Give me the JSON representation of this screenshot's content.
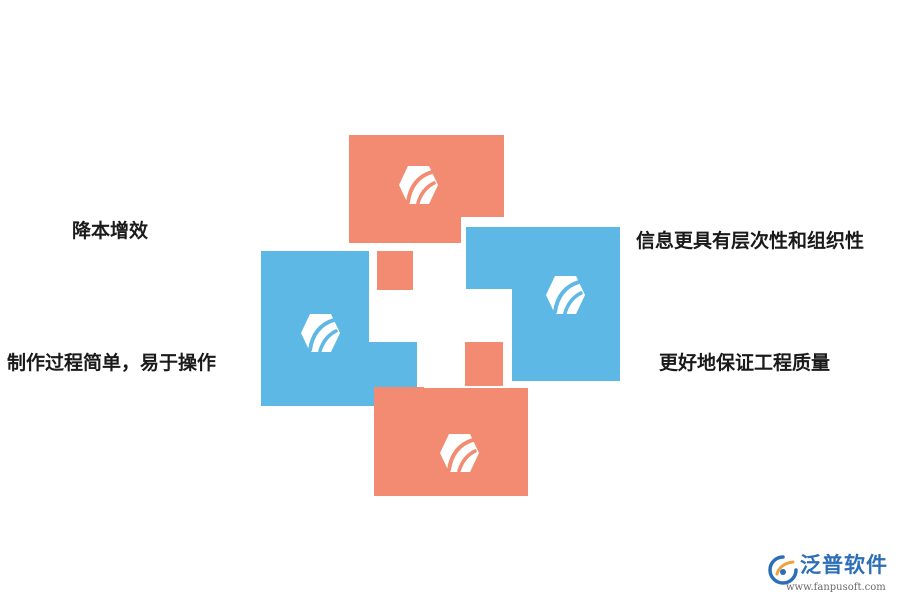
{
  "colors": {
    "orange": "#F28B71",
    "blue": "#5DB8E5",
    "text": "#1a1a1a",
    "logo_blue": "#2C6FB6",
    "logo_orange": "#F0A23B"
  },
  "labels": {
    "top_left": "降本增效",
    "bottom_left": "制作过程简单，易于操作",
    "top_right": "信息更具有层次性和组织性",
    "bottom_right": "更好地保证工程质量"
  },
  "blocks": [
    {
      "id": "top",
      "color": "orange",
      "icon": "leaf-hexagon-icon"
    },
    {
      "id": "left",
      "color": "blue",
      "icon": "leaf-hexagon-icon"
    },
    {
      "id": "right",
      "color": "blue",
      "icon": "leaf-hexagon-icon"
    },
    {
      "id": "bottom",
      "color": "orange",
      "icon": "leaf-hexagon-icon"
    }
  ],
  "logo": {
    "name": "泛普软件",
    "url": "www.fanpusoft.com"
  }
}
